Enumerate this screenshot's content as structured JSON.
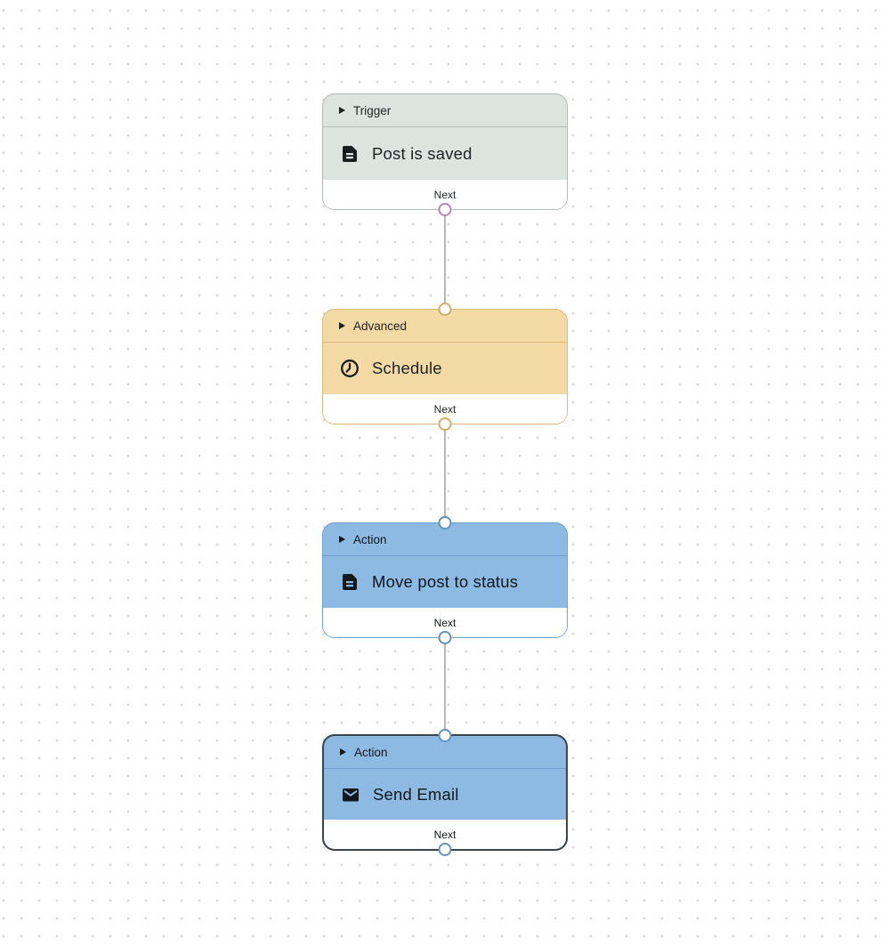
{
  "canvas": {
    "background_color": "#ffffff",
    "dot_color": "#d9d9d9",
    "connector_color": "#b7b7b7"
  },
  "nodes": [
    {
      "category": "Trigger",
      "title": "Post is saved",
      "icon": "document-icon",
      "footer_label": "Next",
      "selected": false,
      "has_input_port": false,
      "has_output_port": true,
      "colors": {
        "bg": "#dde3de",
        "border": "#b2bbb4",
        "divider": "#b8c0b9",
        "port": "#b287ae",
        "footer_bg": "#ffffff",
        "text": "#1d2327"
      }
    },
    {
      "category": "Advanced",
      "title": "Schedule",
      "icon": "clock-icon",
      "footer_label": "Next",
      "selected": false,
      "has_input_port": true,
      "has_output_port": true,
      "colors": {
        "bg": "#f3d9a4",
        "border": "#dbba7d",
        "divider": "#d9b87a",
        "port": "#d2ae6c",
        "footer_bg": "#ffffff",
        "text": "#1d2327"
      }
    },
    {
      "category": "Action",
      "title": "Move post to status",
      "icon": "document-icon",
      "footer_label": "Next",
      "selected": false,
      "has_input_port": true,
      "has_output_port": true,
      "colors": {
        "bg": "#8cbae2",
        "border": "#6fa2d2",
        "divider": "#6f9fd0",
        "port": "#5e93c5",
        "footer_bg": "#ffffff",
        "text": "#12181c"
      }
    },
    {
      "category": "Action",
      "title": "Send Email",
      "icon": "email-icon",
      "footer_label": "Next",
      "selected": true,
      "has_input_port": true,
      "has_output_port": true,
      "colors": {
        "bg": "#8cbae2",
        "border": "#3c434b",
        "divider": "#6f9fd0",
        "port": "#5e93c5",
        "footer_bg": "#ffffff",
        "text": "#12181c"
      }
    }
  ]
}
